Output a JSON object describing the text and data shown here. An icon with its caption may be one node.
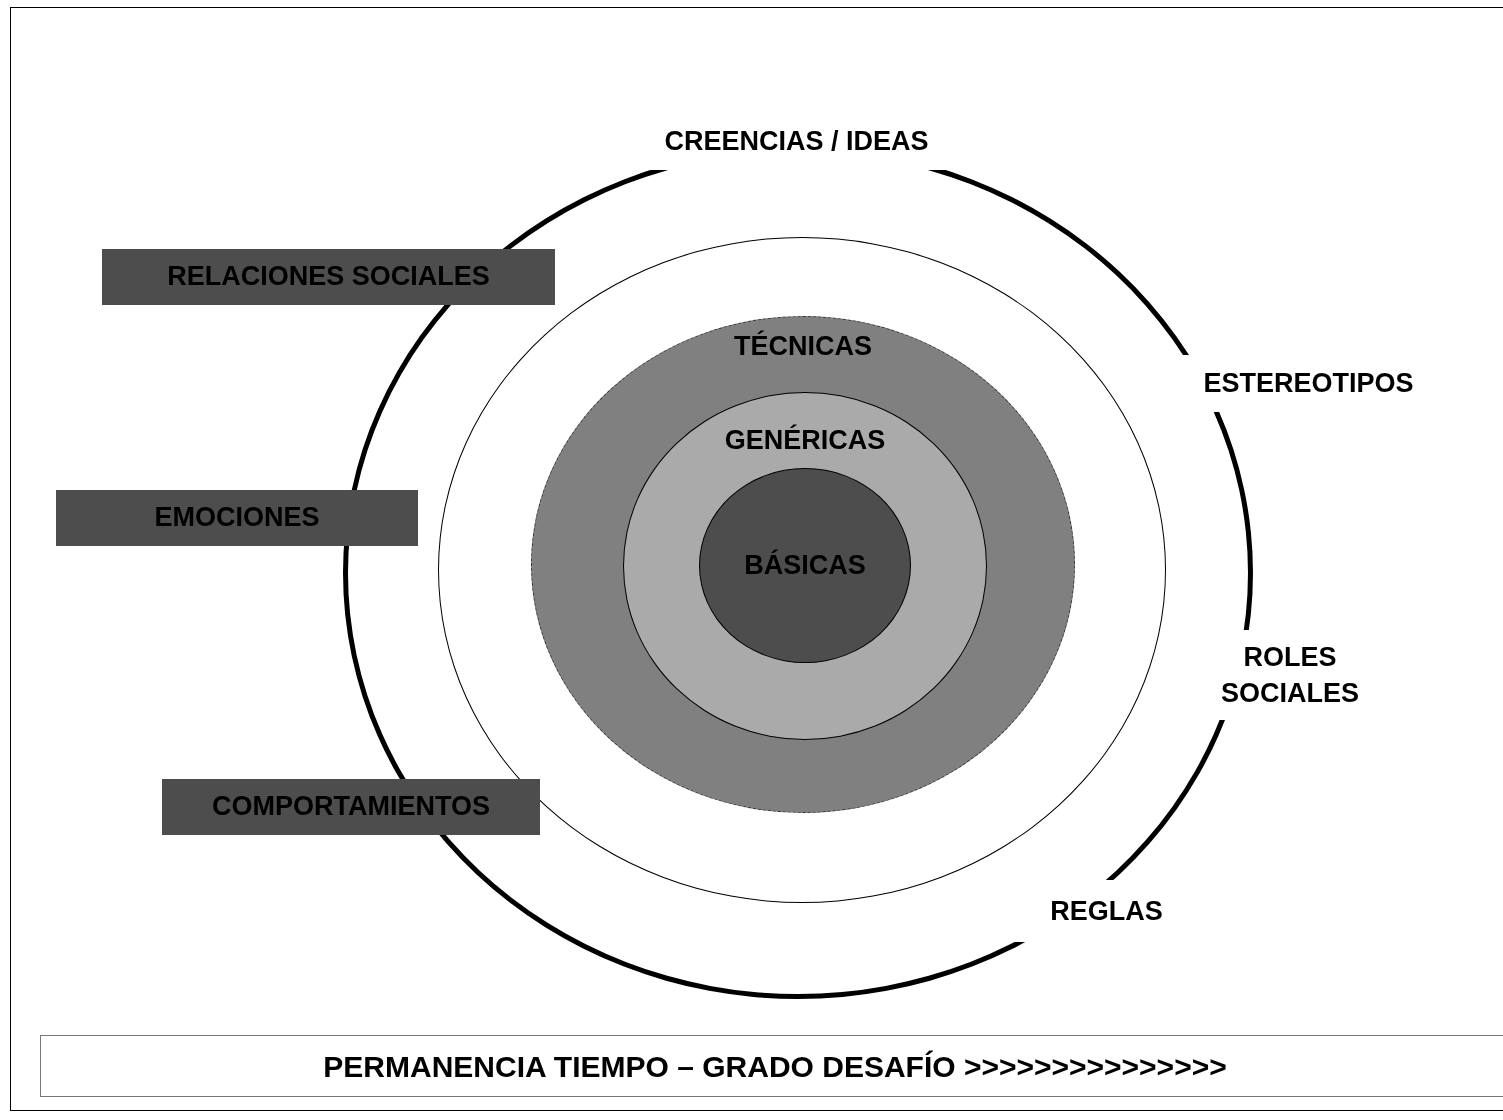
{
  "diagram": {
    "nodes": [
      {
        "text": [],
        "shape": "circle"
      },
      {
        "text": [],
        "shape": "circle",
        "in": 0
      },
      {
        "text": [
          "TÉCNICAS"
        ],
        "in": 1
      },
      {
        "text": [
          "GENÉRICAS"
        ],
        "in": 2
      },
      {
        "text": [
          "BÁSICAS"
        ],
        "in": 3
      },
      {
        "text": [
          "RELACIONES SOCIALES"
        ]
      },
      {
        "text": [
          "EMOCIONES"
        ]
      },
      {
        "text": [
          "COMPORTAMIENTOS"
        ]
      },
      {
        "text": [
          "PERMANENCIA TIEMPO – GRADO DESAFÍO >>>>>>>>>>>>>>>"
        ]
      }
    ],
    "edges": [],
    "labels": [
      "CREENCIAS / IDEAS",
      "ESTEREOTIPOS",
      "ROLES SOCIALES",
      "REGLAS"
    ]
  }
}
